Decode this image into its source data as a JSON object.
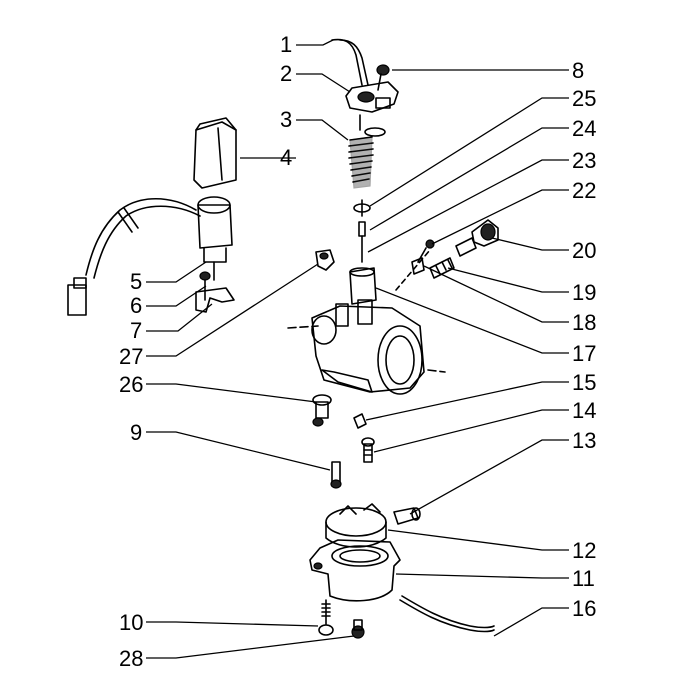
{
  "callouts": [
    "1",
    "2",
    "3",
    "4",
    "5",
    "6",
    "7",
    "8",
    "9",
    "10",
    "11",
    "12",
    "13",
    "14",
    "15",
    "16",
    "17",
    "18",
    "19",
    "20",
    "22",
    "23",
    "24",
    "25",
    "26",
    "27",
    "28"
  ]
}
